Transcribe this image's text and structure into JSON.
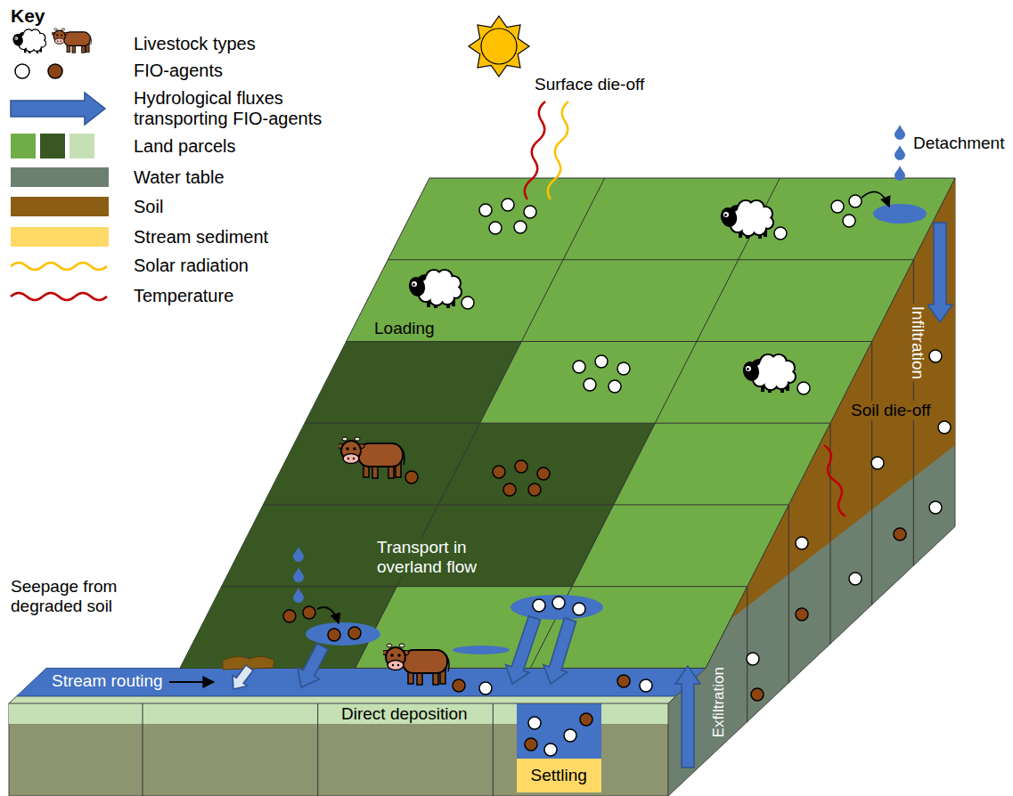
{
  "diagram": {
    "labels": [
      "Key",
      "Surface die-off",
      "Detachment",
      "Loading",
      "Infiltration",
      "Soil die-off",
      "Transport in overland flow",
      "Seepage from degraded soil",
      "Stream routing",
      "Exfiltration",
      "Direct deposition",
      "Settling"
    ],
    "legend": [
      {
        "text": "Livestock types"
      },
      {
        "text": "FIO-agents"
      },
      {
        "text": "Hydrological fluxes transporting FIO-agents"
      },
      {
        "text": "Land parcels"
      },
      {
        "text": "Water table",
        "color": "#6d806f"
      },
      {
        "text": "Soil",
        "color": "#8b5e14"
      },
      {
        "text": "Stream sediment",
        "color": "#ffd966"
      },
      {
        "text": "Solar radiation"
      },
      {
        "text": "Temperature"
      }
    ]
  }
}
